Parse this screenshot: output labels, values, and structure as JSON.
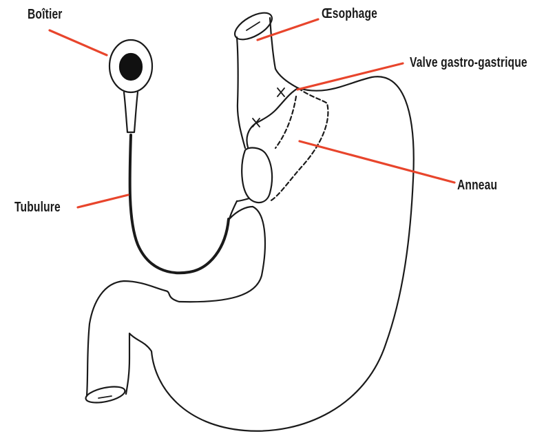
{
  "labels": {
    "boitier": "Boîtier",
    "oesophage": "Œsophage",
    "valve": "Valve gastro-gastrique",
    "anneau": "Anneau",
    "tubulure": "Tubulure"
  },
  "colors": {
    "leader_line": "#e8452c",
    "outline": "#1a1a1a",
    "port_fill": "#111111",
    "background": "#ffffff"
  }
}
